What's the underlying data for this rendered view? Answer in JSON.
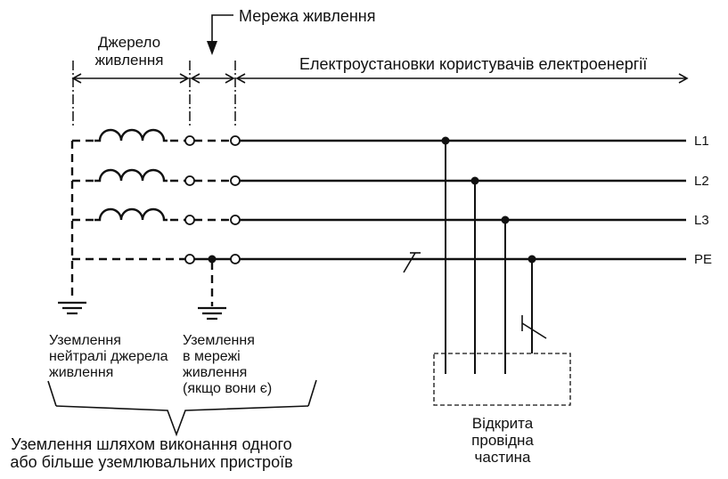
{
  "supply_network_label": "Мережа живлення",
  "power_source_label": [
    "Джерело",
    "живлення"
  ],
  "installations_label": "Електроустановки користувачів електроенергії",
  "conductors": [
    "L1",
    "L2",
    "L3",
    "PE"
  ],
  "source_neutral_earthing_label": [
    "Уземлення",
    "нейтралі джерела",
    "живлення"
  ],
  "network_earthing_label": [
    "Уземлення",
    "в мережі",
    "живлення",
    "(якщо вони є)"
  ],
  "exposed_conductive_part_label": [
    "Відкрита",
    "провідна",
    "частина"
  ],
  "earthing_summary_label": [
    "Уземлення шляхом виконання одного",
    "або більше уземлювальних пристроїв"
  ]
}
